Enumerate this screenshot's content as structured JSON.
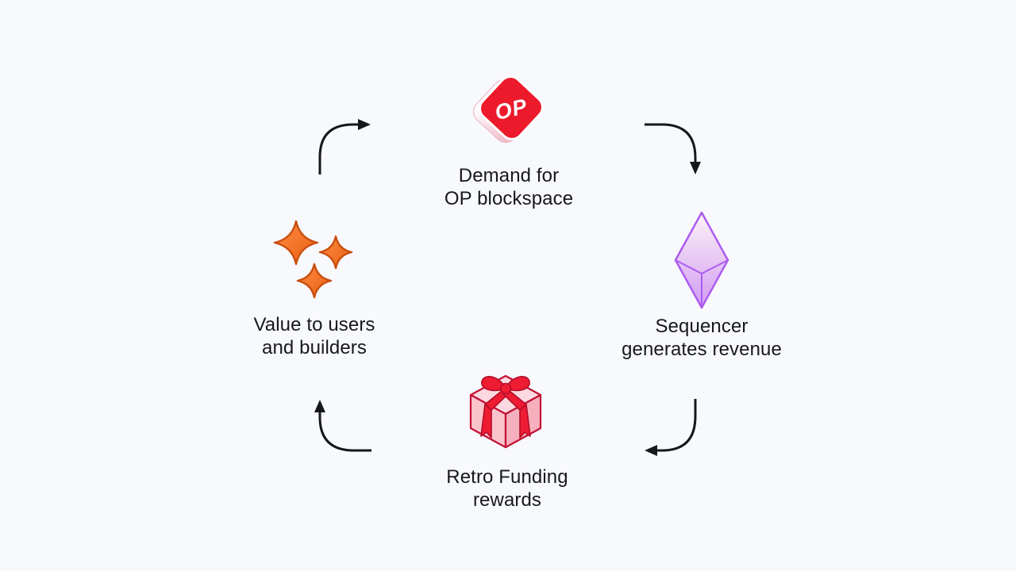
{
  "page": {
    "background": "#f8f9fd"
  },
  "colors": {
    "page_bg": "#f8f9fd",
    "text": "#16181d",
    "arrow": "#15171b",
    "op_red": "#ec1a2b",
    "op_side_light": "#ffffff",
    "op_side_pink": "#f0b6c4",
    "op_text": "#ffffff",
    "crystal_stroke": "#ab5cf0",
    "crystal_top": "#fdf3f7",
    "crystal_bottom": "#d19bf2",
    "gift_outline": "#c21034",
    "gift_top": "#fcd9e0",
    "gift_left": "#fbc4cd",
    "gift_right": "#f6b0bd",
    "ribbon": "#ee1c33",
    "ribbon_dark": "#b30d28",
    "sparkle_light": "#ff8f45",
    "sparkle_dark": "#e85c0f",
    "sparkle_stroke": "#c94f10"
  },
  "nodes": [
    {
      "id": "demand",
      "icon": "op-token-icon",
      "icon_label": "OP",
      "lines": [
        "Demand for",
        "OP blockspace"
      ]
    },
    {
      "id": "sequencer",
      "icon": "eth-crystal-icon",
      "lines": [
        "Sequencer",
        "generates revenue"
      ]
    },
    {
      "id": "retro-funding",
      "icon": "gift-icon",
      "lines": [
        "Retro Funding",
        "rewards"
      ]
    },
    {
      "id": "value",
      "icon": "sparkles-icon",
      "lines": [
        "Value to users",
        "and builders"
      ]
    }
  ],
  "arrows": [
    {
      "id": "demand-to-sequencer",
      "from": "demand",
      "to": "sequencer",
      "position": "top-right"
    },
    {
      "id": "sequencer-to-retro",
      "from": "sequencer",
      "to": "retro-funding",
      "position": "bottom-right"
    },
    {
      "id": "retro-to-value",
      "from": "retro-funding",
      "to": "value",
      "position": "bottom-left"
    },
    {
      "id": "value-to-demand",
      "from": "value",
      "to": "demand",
      "position": "top-left"
    }
  ]
}
